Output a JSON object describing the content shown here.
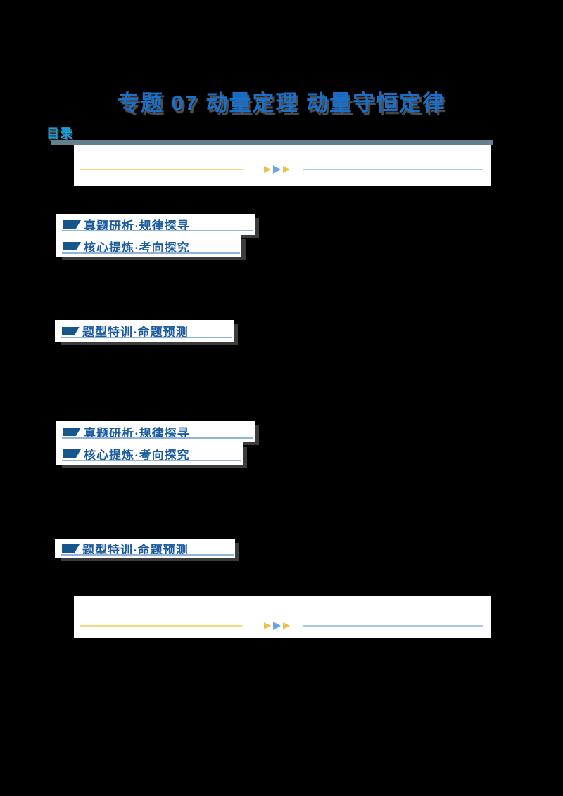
{
  "page": {
    "title": "专题 07 动量定理 动量守恒定律",
    "contents_label": "目录"
  },
  "sections": [
    {
      "label": "真题研析·规律探寻"
    },
    {
      "label": "核心提炼·考向探究"
    },
    {
      "label": "题型特训·命题预测"
    },
    {
      "label": "真题研析·规律探寻"
    },
    {
      "label": "核心提炼·考向探究"
    },
    {
      "label": "题型特训·命题预测"
    }
  ],
  "icons": {
    "section_marker": "trapezoid-flag-icon",
    "divider_arrows": "triple-play-arrows-icon"
  },
  "colors": {
    "background": "#000000",
    "title_blue": "#1a6fc8",
    "title_shadow_gray": "#515151",
    "contents_cyan": "#1a9cd8",
    "contents_bar_gray": "#64808e",
    "header_text_blue": "#1d5c9e",
    "header_icon_blue": "#15568d",
    "header_underline_blue": "#8fb3d9",
    "divider_line_yellow": "#f6d87e",
    "divider_line_blue": "#a9c7ed",
    "arrow_gold": "#f0bf4a",
    "arrow_blue": "#69a4e6",
    "panel_white": "#ffffff"
  }
}
